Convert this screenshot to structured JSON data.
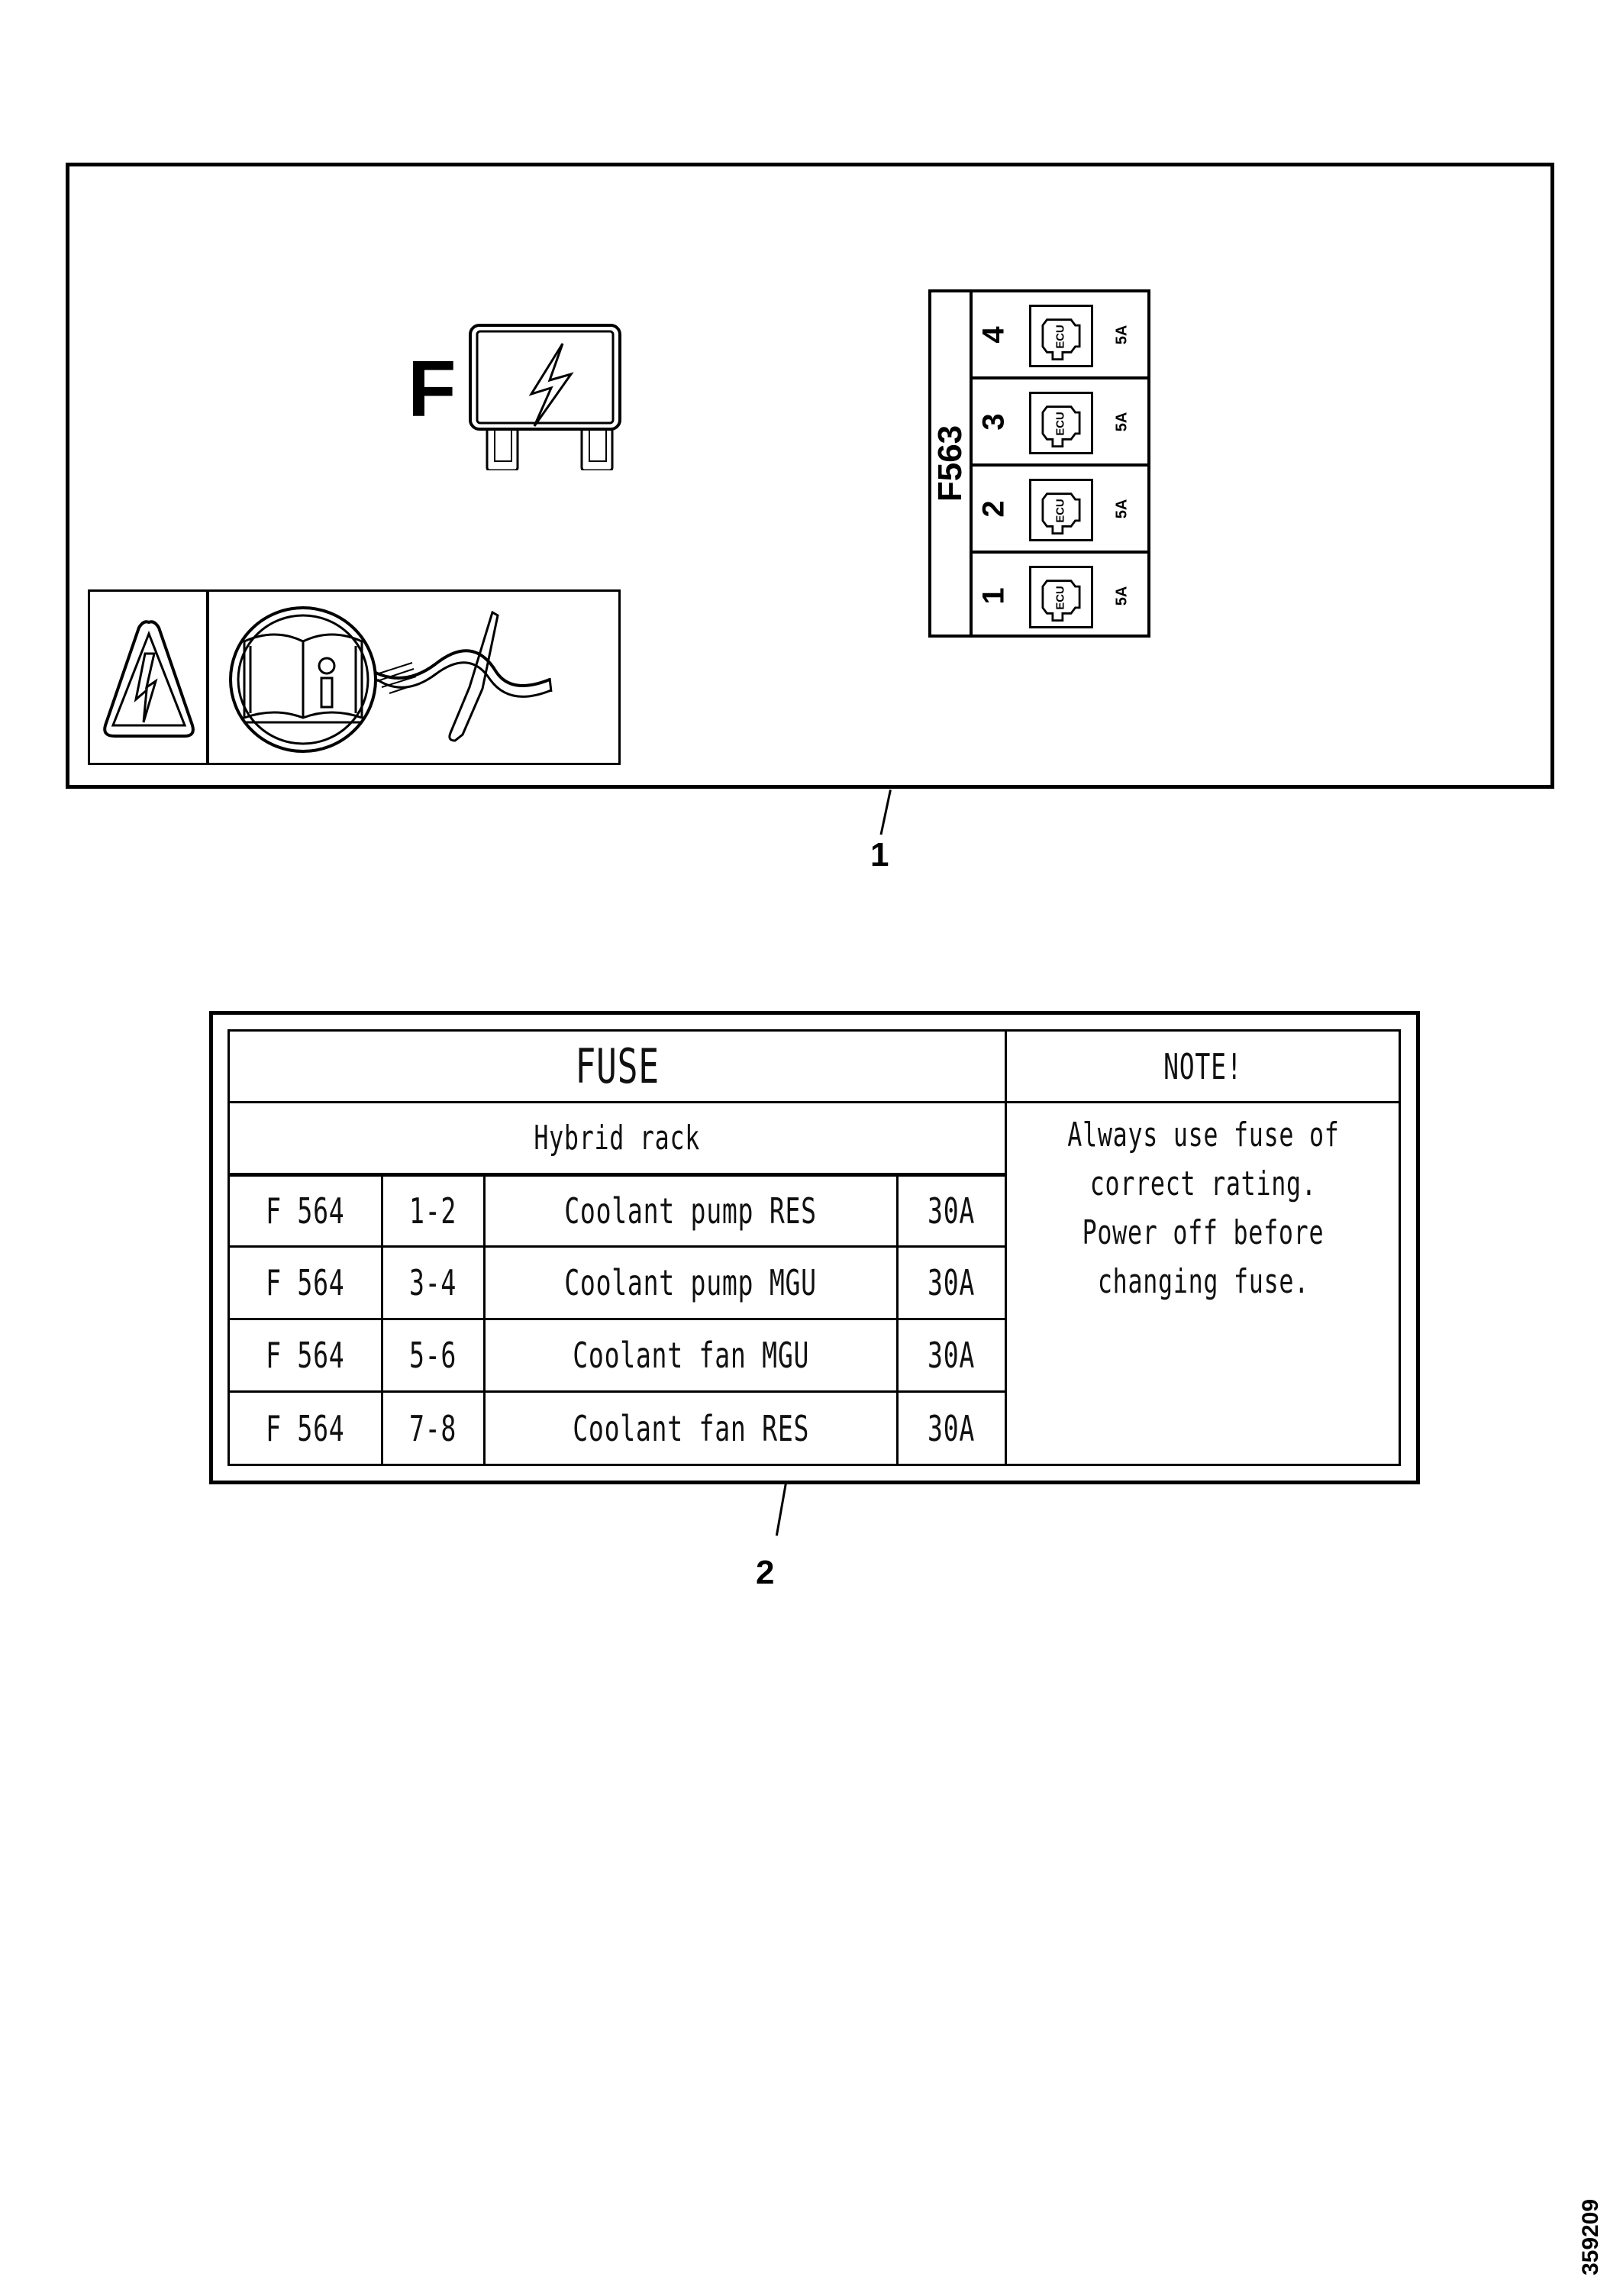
{
  "label_1": {
    "callout": "1",
    "fuse_symbol": {
      "letter": "F",
      "icon": "fuse-lightning-icon"
    },
    "safety_symbols": [
      {
        "icon": "high-voltage-warning-triangle-icon"
      },
      {
        "icon": "read-manual-info-icon"
      },
      {
        "icon": "screwdriver-wire-icon"
      }
    ],
    "fuse_block": {
      "title": "F563",
      "slots": [
        {
          "number": "4",
          "icon": "ecu-icon",
          "icon_text": "ECU",
          "rating": "5A"
        },
        {
          "number": "3",
          "icon": "ecu-icon",
          "icon_text": "ECU",
          "rating": "5A"
        },
        {
          "number": "2",
          "icon": "ecu-icon",
          "icon_text": "ECU",
          "rating": "5A"
        },
        {
          "number": "1",
          "icon": "ecu-icon",
          "icon_text": "ECU",
          "rating": "5A"
        }
      ]
    }
  },
  "label_2": {
    "callout": "2",
    "table": {
      "title": "FUSE",
      "subtitle": "Hybrid rack",
      "rows": [
        {
          "fuse": "F 564",
          "pins": "1-2",
          "function": "Coolant pump RES",
          "rating": "30A"
        },
        {
          "fuse": "F 564",
          "pins": "3-4",
          "function": "Coolant pump MGU",
          "rating": "30A"
        },
        {
          "fuse": "F 564",
          "pins": "5-6",
          "function": "Coolant fan MGU",
          "rating": "30A"
        },
        {
          "fuse": "F 564",
          "pins": "7-8",
          "function": "Coolant fan RES",
          "rating": "30A"
        }
      ]
    },
    "note": {
      "title": "NOTE!",
      "lines": [
        "Always use fuse of",
        "correct rating.",
        "Power off before",
        "changing fuse."
      ]
    }
  },
  "drawing_number": "359209"
}
